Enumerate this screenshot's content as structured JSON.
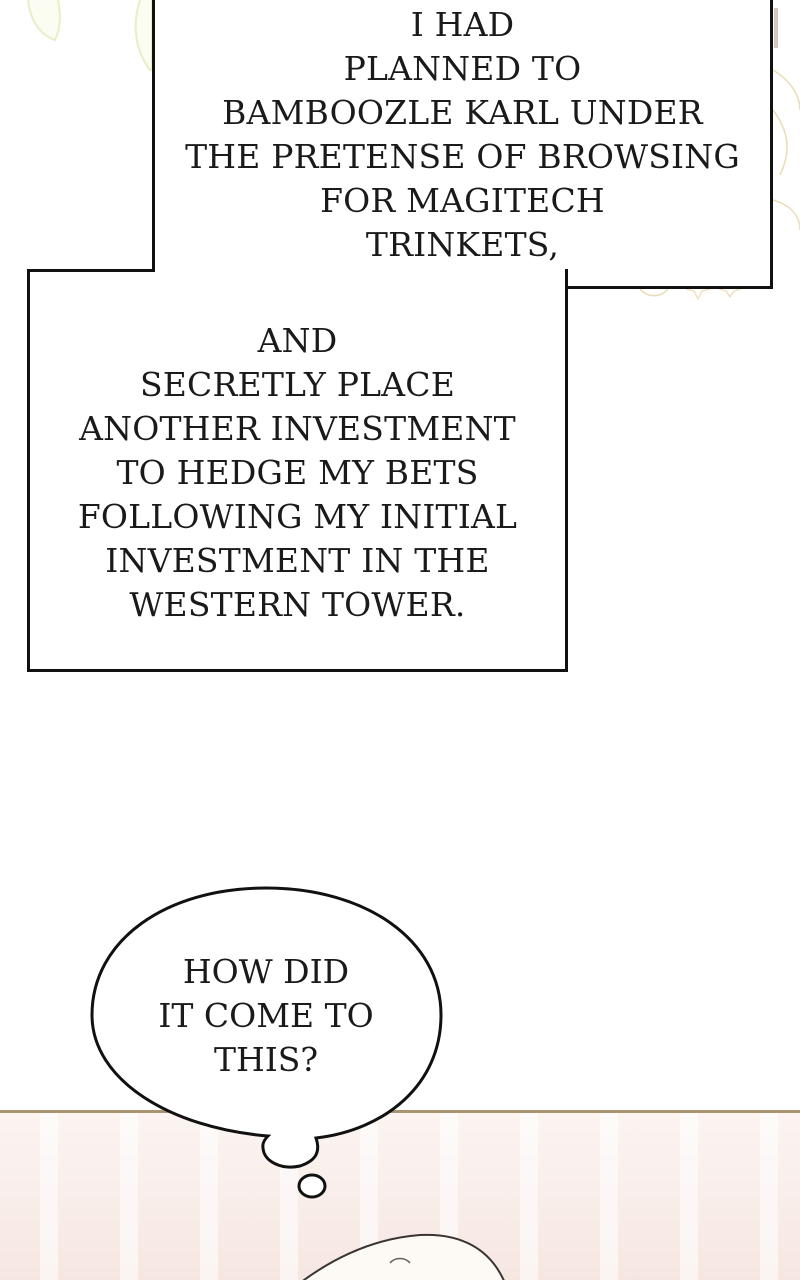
{
  "narration": {
    "top_box": "I HAD\nPLANNED TO\nBAMBOOZLE KARL UNDER\nTHE PRETENSE OF BROWSING\nFOR MAGITECH\nTRINKETS,",
    "bottom_box": "AND\nSECRETLY PLACE\nANOTHER INVESTMENT\nTO HEDGE MY BETS\nFOLLOWING MY INITIAL\nINVESTMENT IN THE\nWESTERN TOWER."
  },
  "thought_bubble": {
    "text": "HOW DID\nIT COME TO\nTHIS?"
  },
  "colors": {
    "panel_border": "#a89470",
    "lower_panel": "#f8ece8",
    "line_art_gold": "#e8d9b0",
    "line_art_green": "#e6f0c8"
  }
}
